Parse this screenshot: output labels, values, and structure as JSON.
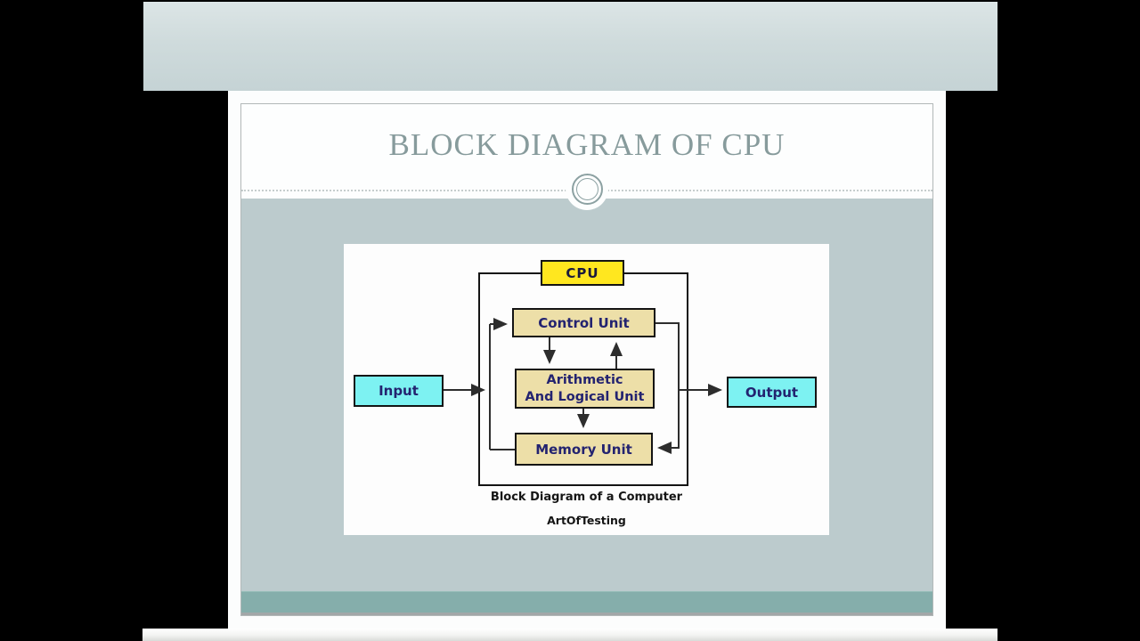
{
  "slide": {
    "title": "BLOCK DIAGRAM OF CPU"
  },
  "diagram": {
    "nodes": {
      "cpu": {
        "label": "CPU",
        "fill": "#ffe71f"
      },
      "control_unit": {
        "label": "Control Unit",
        "fill": "#eddfa8"
      },
      "alu": {
        "line1": "Arithmetic",
        "line2": "And Logical Unit",
        "fill": "#eddfa8"
      },
      "memory_unit": {
        "label": "Memory Unit",
        "fill": "#eddfa8"
      },
      "input": {
        "label": "Input",
        "fill": "#7df2f2"
      },
      "output": {
        "label": "Output",
        "fill": "#7df2f2"
      }
    },
    "edges": [
      {
        "from": "Input",
        "to": "CPU internal bus",
        "style": "arrow"
      },
      {
        "from": "CPU internal bus",
        "to": "Control Unit",
        "style": "arrow"
      },
      {
        "from": "CPU internal bus",
        "to": "Memory Unit",
        "style": "line"
      },
      {
        "from": "Control Unit",
        "to": "Arithmetic And Logical Unit",
        "style": "arrow-down"
      },
      {
        "from": "Arithmetic And Logical Unit",
        "to": "Control Unit",
        "style": "arrow-up"
      },
      {
        "from": "Arithmetic And Logical Unit",
        "to": "Memory Unit",
        "style": "arrow-down"
      },
      {
        "from": "Control Unit",
        "to": "Memory Unit",
        "style": "arrow-right-side-path"
      },
      {
        "from": "Control Unit right path",
        "to": "Output",
        "style": "arrow"
      }
    ],
    "caption_line1": "Block Diagram of a Computer",
    "caption_line2": "ArtOfTesting"
  },
  "colors": {
    "slide_body": "#bccbcd",
    "footer_strip": "#85aeab",
    "title_text": "#879b9c",
    "node_label": "#232370",
    "cpu_label": "#1a1a3c",
    "arrow": "#2d2d2d",
    "node_border": "#141414",
    "page_background": "#fcfdfd",
    "frame_background": "#000000"
  }
}
